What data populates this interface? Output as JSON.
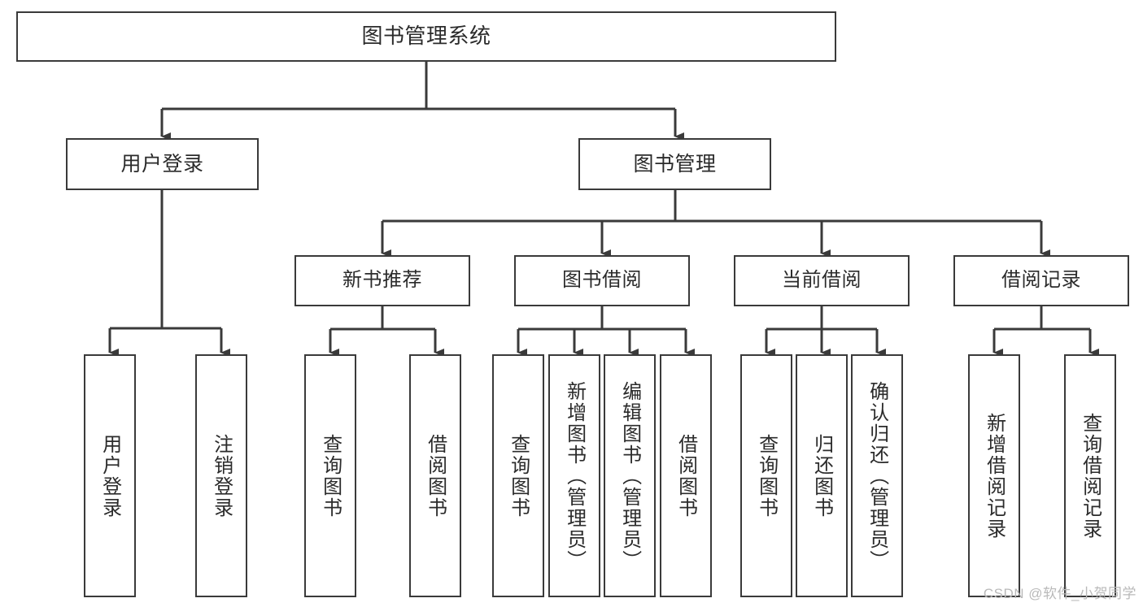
{
  "diagram": {
    "title": "图书管理系统",
    "watermark": "CSDN @软件_小贺同学",
    "colors": {
      "box_border": "#3a3a3a",
      "box_fill": "#ffffff",
      "connector": "#3a3a3a",
      "text": "#2b2b2b",
      "watermark": "#b9b9b9"
    },
    "root": {
      "label": "图书管理系统"
    },
    "level2": [
      {
        "label": "用户登录"
      },
      {
        "label": "图书管理"
      }
    ],
    "level3": [
      {
        "label": "新书推荐"
      },
      {
        "label": "图书借阅"
      },
      {
        "label": "当前借阅"
      },
      {
        "label": "借阅记录"
      }
    ],
    "leaves": {
      "user_login": [
        {
          "label": "用户登录"
        },
        {
          "label": "注销登录"
        }
      ],
      "new_book": [
        {
          "label": "查询图书"
        },
        {
          "label": "借阅图书"
        }
      ],
      "book_borrow": [
        {
          "label": "查询图书"
        },
        {
          "label": "新增图书（管理员）"
        },
        {
          "label": "编辑图书（管理员）"
        },
        {
          "label": "借阅图书"
        }
      ],
      "current_borrow": [
        {
          "label": "查询图书"
        },
        {
          "label": "归还图书"
        },
        {
          "label": "确认归还（管理员）"
        }
      ],
      "borrow_record": [
        {
          "label": "新增借阅记录"
        },
        {
          "label": "查询借阅记录"
        }
      ]
    }
  }
}
